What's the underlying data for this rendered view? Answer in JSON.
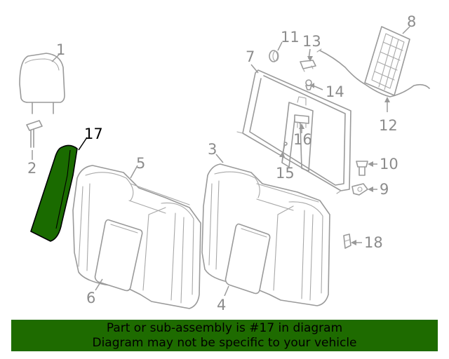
{
  "banner": {
    "line1": "Part or sub-assembly is #17 in diagram",
    "line2": "Diagram may not be specific to your vehicle"
  },
  "callouts": [
    {
      "num": "1"
    },
    {
      "num": "2"
    },
    {
      "num": "3"
    },
    {
      "num": "4"
    },
    {
      "num": "5"
    },
    {
      "num": "6"
    },
    {
      "num": "7"
    },
    {
      "num": "8"
    },
    {
      "num": "9"
    },
    {
      "num": "10"
    },
    {
      "num": "11"
    },
    {
      "num": "12"
    },
    {
      "num": "13"
    },
    {
      "num": "14"
    },
    {
      "num": "15"
    },
    {
      "num": "16"
    },
    {
      "num": "17"
    },
    {
      "num": "18"
    }
  ],
  "highlight": {
    "part": "17",
    "color": "#1a6b00"
  },
  "colors": {
    "banner": "#1e6b00",
    "line": "#9a9a9a"
  }
}
